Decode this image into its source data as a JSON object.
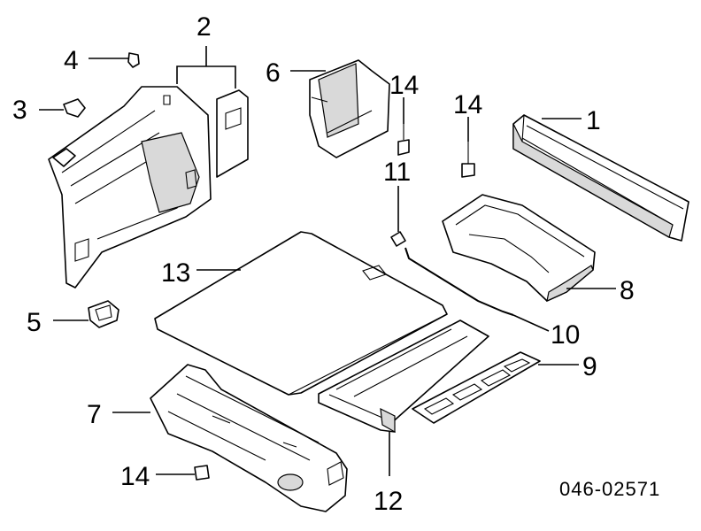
{
  "diagram": {
    "drawing_number": "046-02571",
    "callouts": {
      "c1": "1",
      "c2": "2",
      "c3": "3",
      "c4": "4",
      "c5": "5",
      "c6": "6",
      "c7": "7",
      "c8": "8",
      "c9": "9",
      "c10": "10",
      "c11": "11",
      "c12": "12",
      "c13": "13",
      "c14a": "14",
      "c14b": "14",
      "c14c": "14"
    }
  }
}
